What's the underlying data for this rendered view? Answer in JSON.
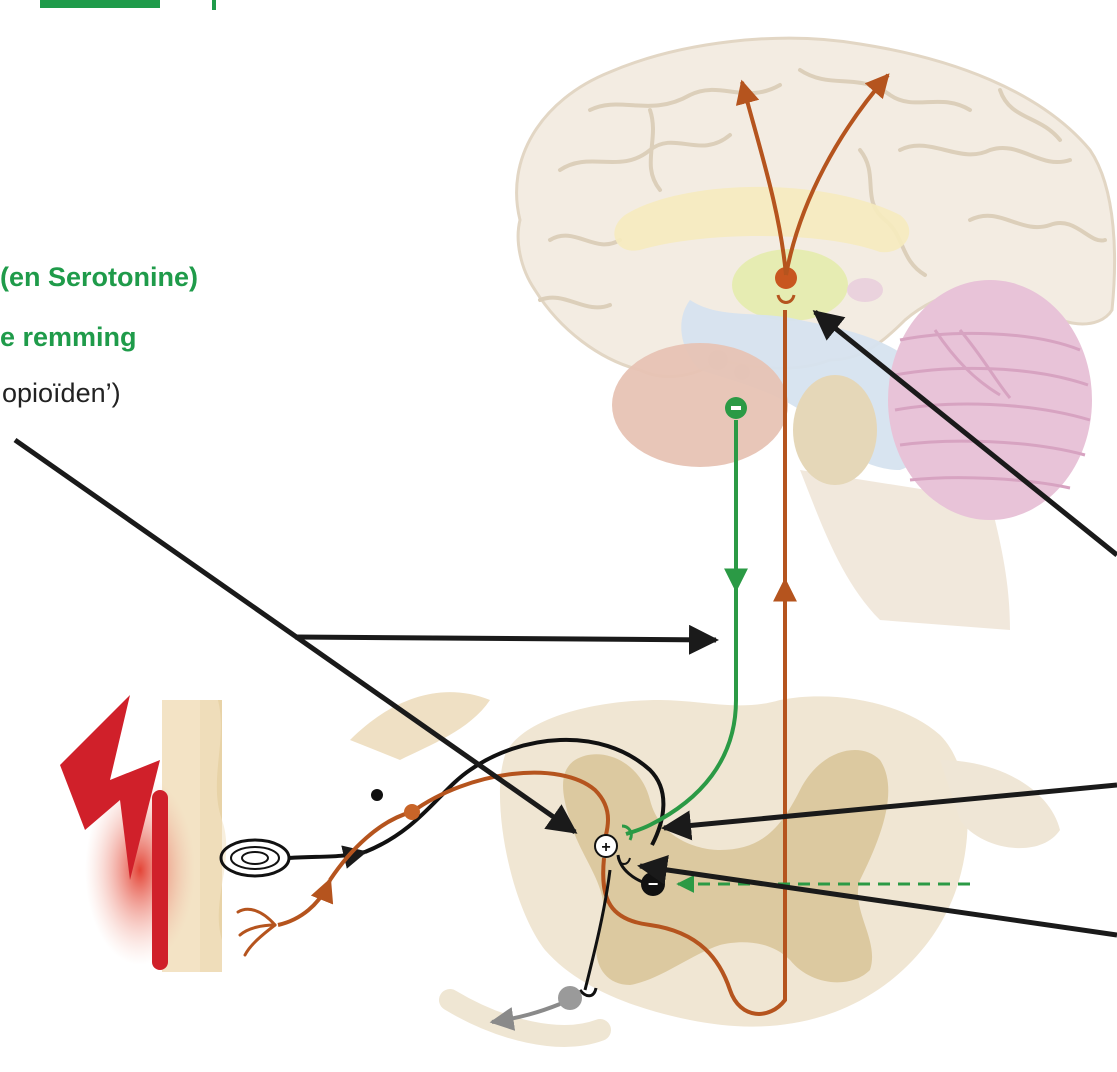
{
  "labels": {
    "line1": "(en Serotonine)",
    "line2": "e remming",
    "line3": "opioïden’)"
  },
  "signs": {
    "plus": "+",
    "minus": "−"
  },
  "colors": {
    "descending": "#2b9a45",
    "ascending": "#b5541e",
    "primary_afferent": "#111111",
    "pain": "#d0202a",
    "annotation_arrow": "#1a1a1a",
    "title_green": "#1f9b4a"
  },
  "icons": [
    "lightning-bolt-icon",
    "pacinian-corpuscle-icon",
    "free-nerve-ending-icon"
  ]
}
